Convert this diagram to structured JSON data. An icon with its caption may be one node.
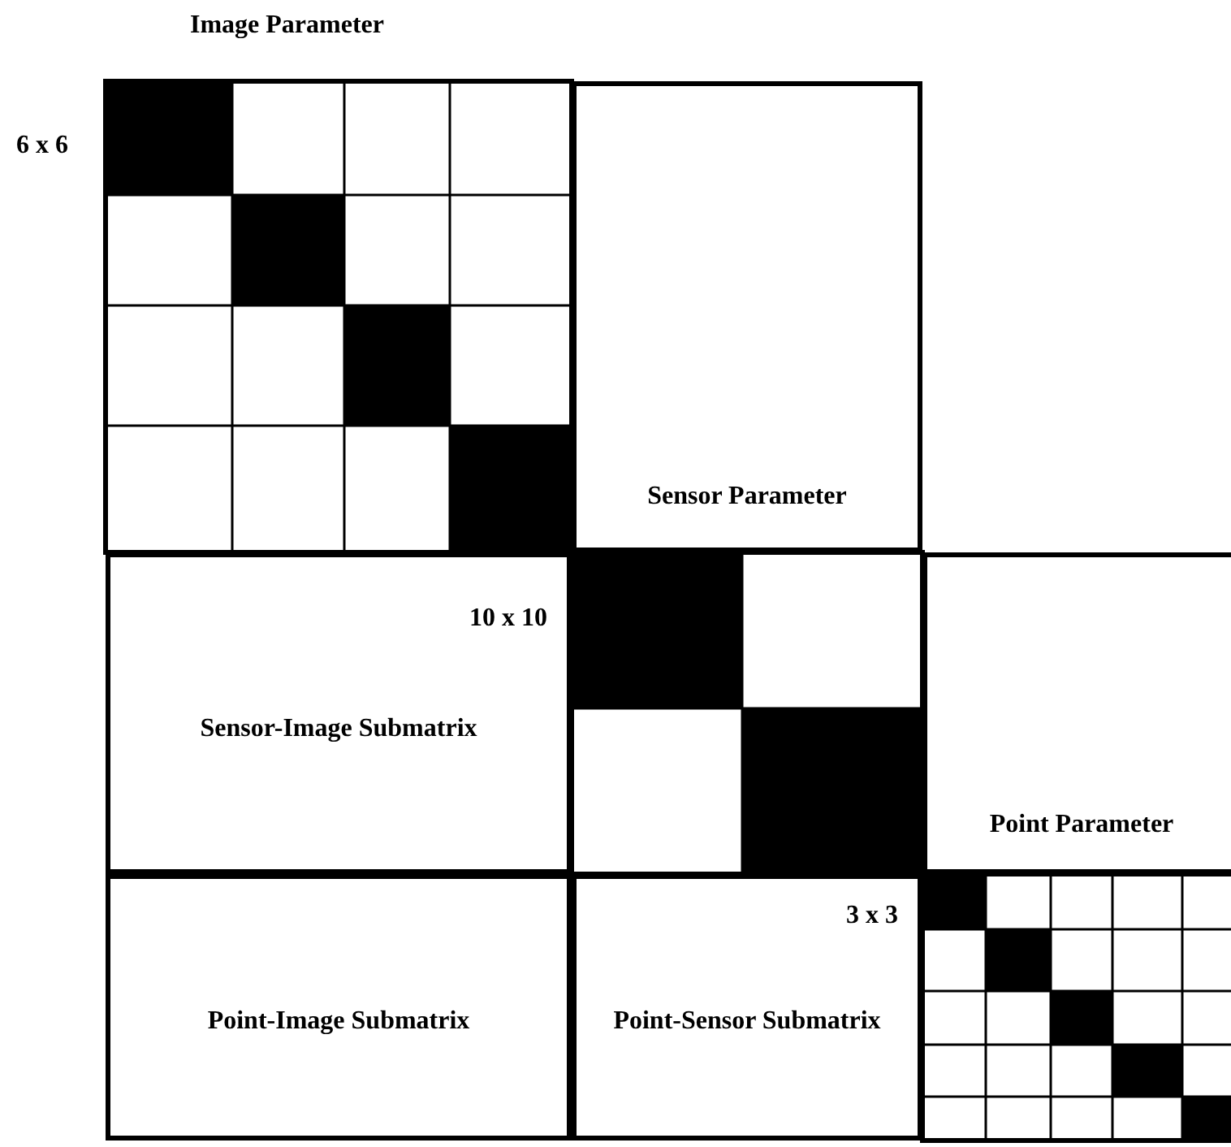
{
  "diagram": {
    "nodes": [
      {
        "text": [
          "Sensor Parameter"
        ]
      },
      {
        "text": [
          "10 x 10",
          "Sensor-Image Submatrix"
        ]
      },
      {
        "text": [
          "Point Parameter"
        ]
      },
      {
        "text": [
          "Point-Image Submatrix"
        ]
      },
      {
        "text": [
          "3 x 3",
          "Point-Sensor Submatrix"
        ]
      }
    ],
    "edges": [],
    "labels": [
      "Image Parameter",
      "6 x 6"
    ]
  }
}
